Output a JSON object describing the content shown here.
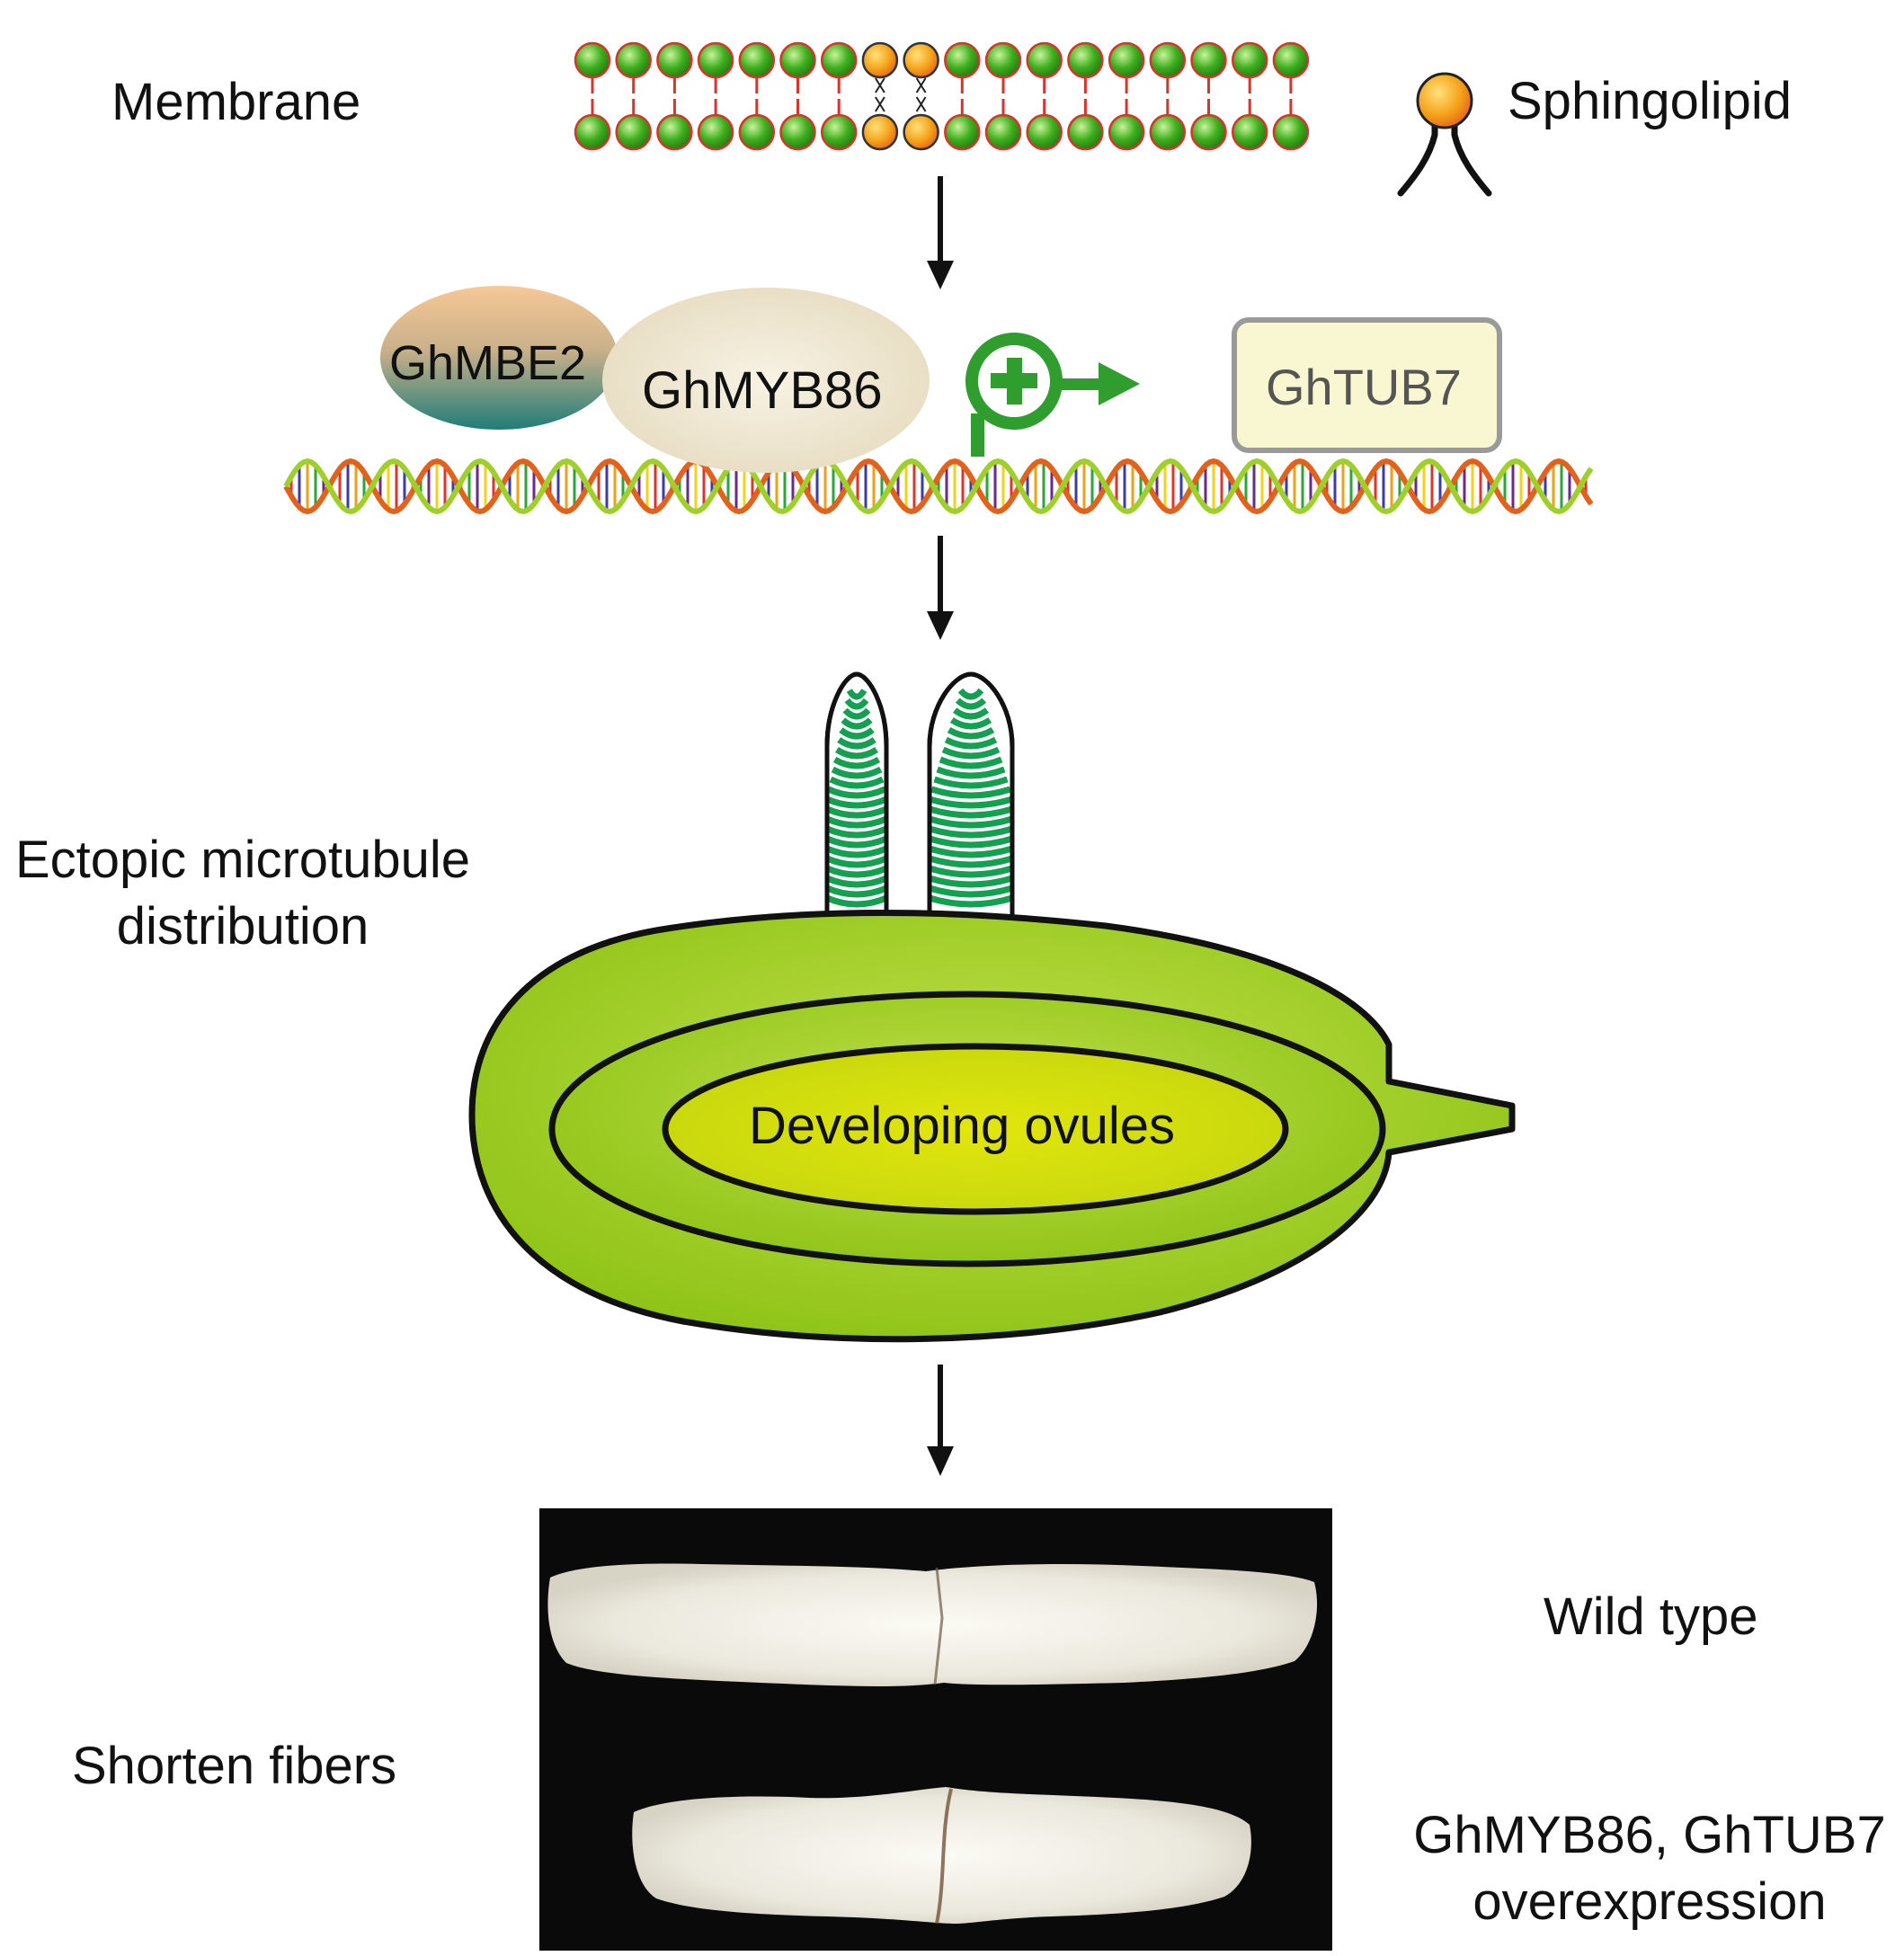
{
  "labels": {
    "membrane": "Membrane",
    "sphingolipid": "Sphingolipid",
    "ghmbe2": "GhMBE2",
    "ghmyb86": "GhMYB86",
    "ghtub7": "GhTUB7",
    "ectopic_line1": "Ectopic microtubule",
    "ectopic_line2": "distribution",
    "developing_ovules": "Developing ovules",
    "shorten_fibers": "Shorten fibers",
    "wild_type": "Wild type",
    "overexpression_line1": "GhMYB86, GhTUB7",
    "overexpression_line2": "overexpression"
  },
  "colors": {
    "lipid_head": "#3fae1e",
    "lipid_rim": "#d9342b",
    "sphingolipid_head": "#f5a21a",
    "promoter_green": "#2f9e2f",
    "ghtub7_fill": "#f9f7d2",
    "ovule_outer": "#9acb1c",
    "ovule_inner": "#cfdc0c",
    "fiber_green": "#14a051",
    "photo_bg": "#0a0a0a"
  },
  "icons": [
    "lipid-bilayer-icon",
    "sphingolipid-icon",
    "promoter-activation-icon",
    "dna-helix-icon",
    "microtubule-fiber-icon",
    "ovule-icon",
    "cotton-fiber-photo"
  ]
}
